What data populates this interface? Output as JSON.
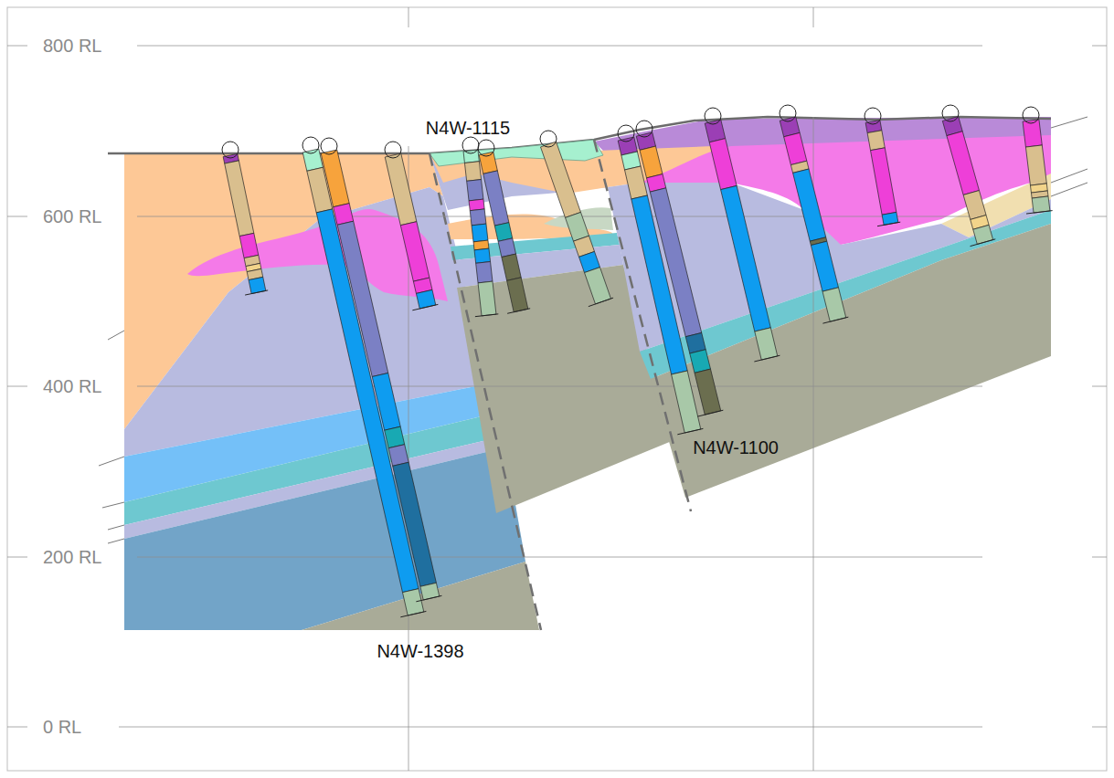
{
  "diagram": {
    "labels": [
      "800 RL",
      "600 RL",
      "400 RL",
      "200 RL",
      "0 RL",
      "N4W-1115",
      "N4W-1100",
      "N4W-1398"
    ]
  }
}
